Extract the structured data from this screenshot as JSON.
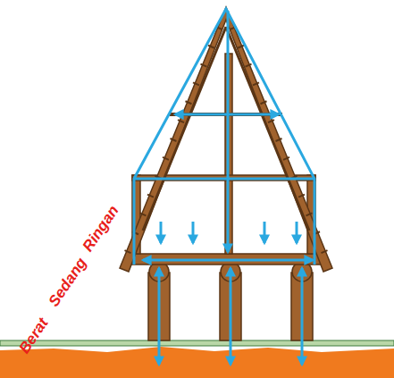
{
  "diagram": {
    "labels": [
      "Berat",
      "Sedang",
      "Ringan"
    ]
  }
}
